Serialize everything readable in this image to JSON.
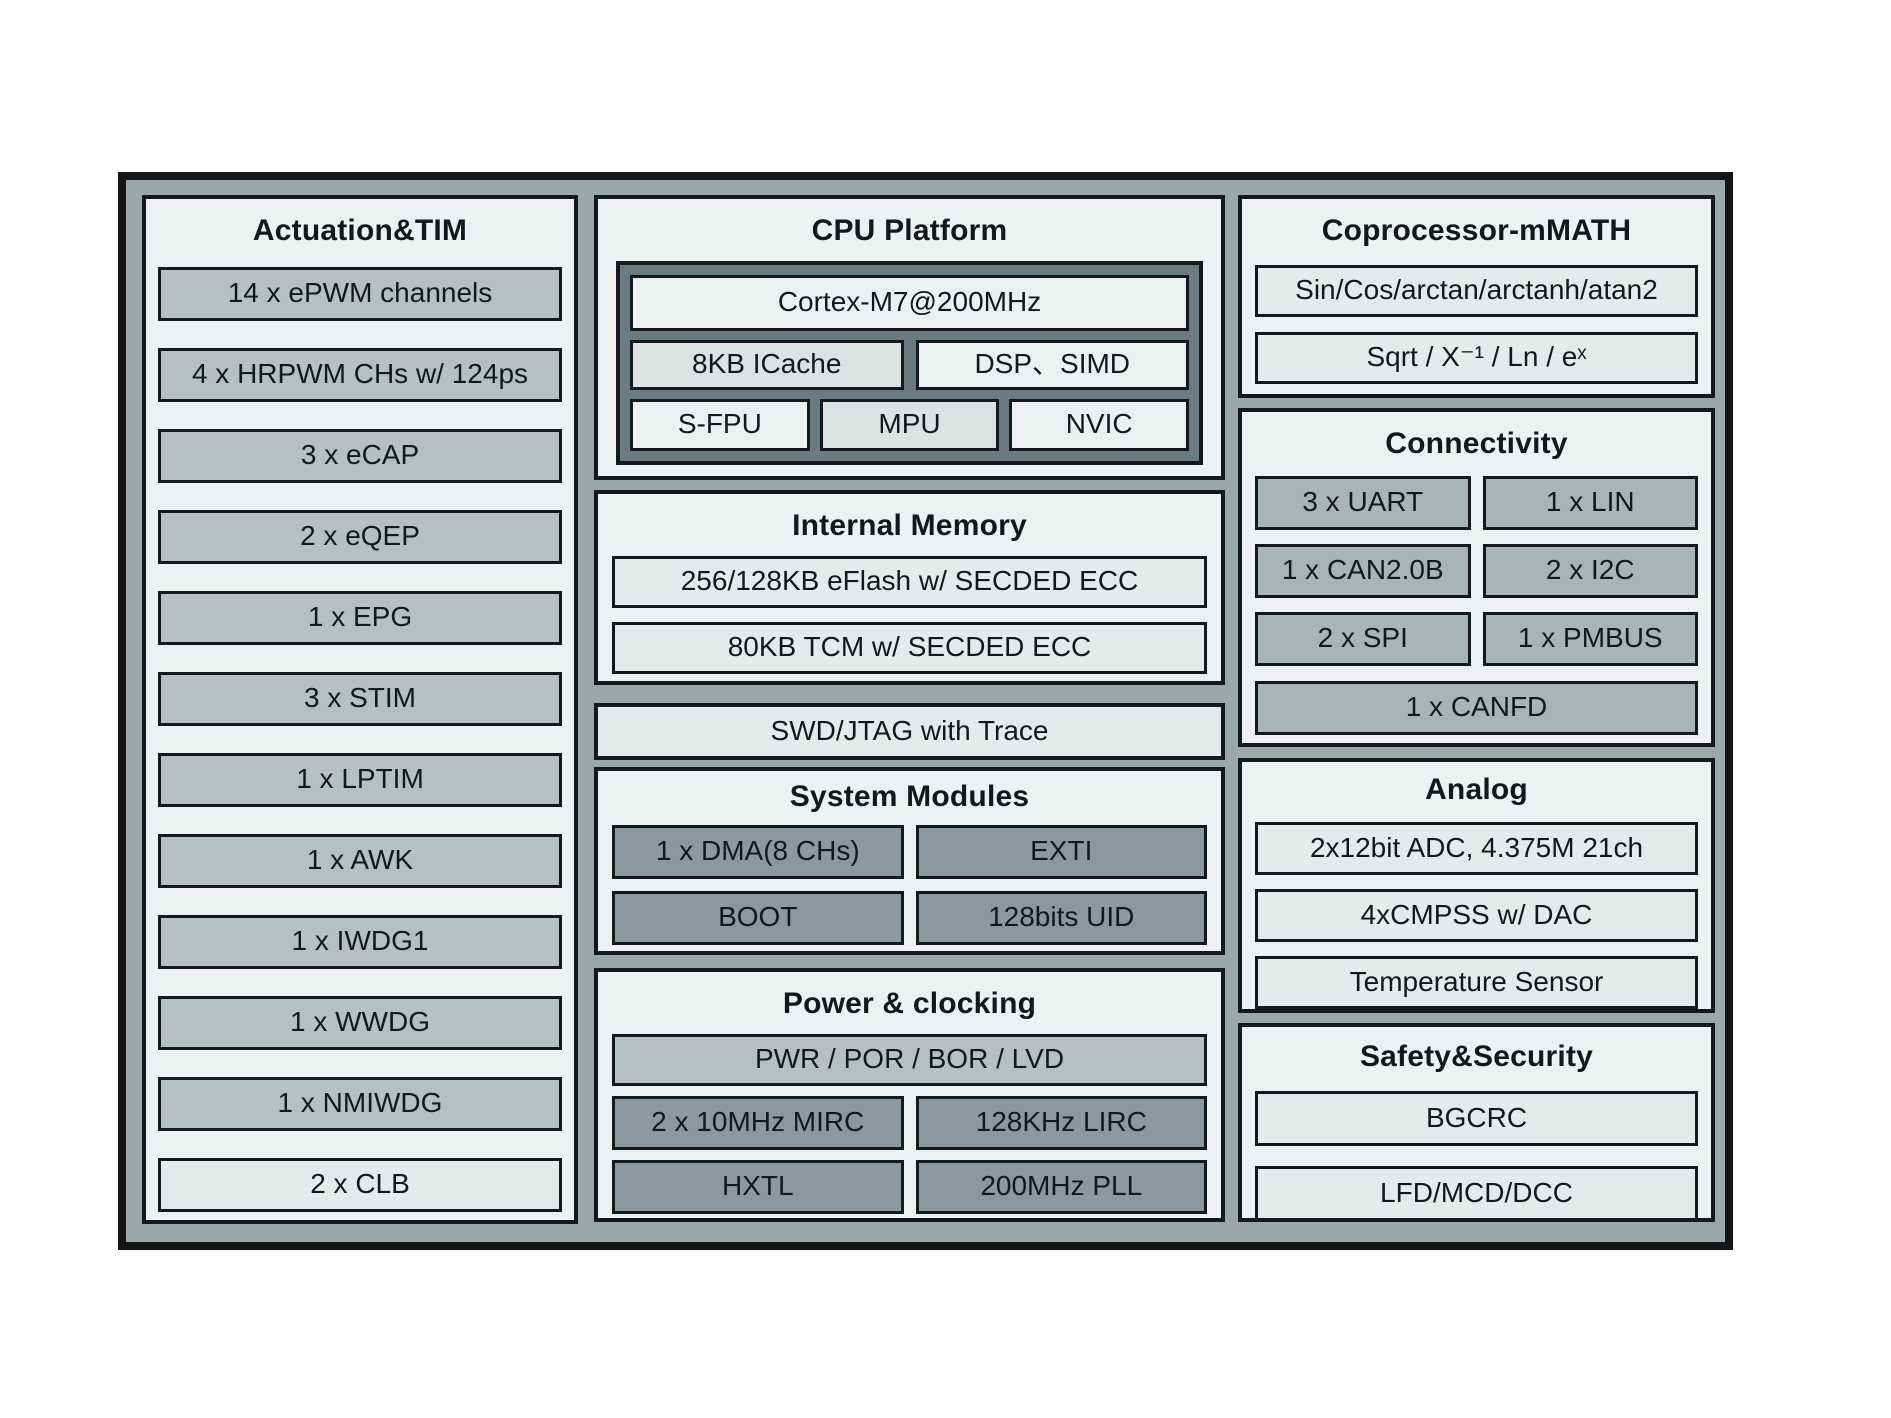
{
  "panels": {
    "actuation": {
      "title": "Actuation&TIM",
      "items": [
        "14 x ePWM channels",
        "4 x HRPWM CHs w/ 124ps",
        "3 x eCAP",
        "2 x eQEP",
        "1 x EPG",
        "3 x STIM",
        "1 x LPTIM",
        "1 x AWK",
        "1 x IWDG1",
        "1 x WWDG",
        "1 x NMIWDG",
        "2 x CLB"
      ]
    },
    "cpu": {
      "title": "CPU Platform",
      "core": "Cortex-M7@200MHz",
      "cache": "8KB ICache",
      "dsp": "DSP、SIMD",
      "fpu": "S-FPU",
      "mpu": "MPU",
      "nvic": "NVIC"
    },
    "memory": {
      "title": "Internal Memory",
      "items": [
        "256/128KB eFlash w/ SECDED ECC",
        "80KB TCM w/ SECDED ECC"
      ]
    },
    "debug": {
      "label": "SWD/JTAG with Trace"
    },
    "system": {
      "title": "System Modules",
      "cells": [
        "1 x DMA(8 CHs)",
        "EXTI",
        "BOOT",
        "128bits UID"
      ]
    },
    "power": {
      "title": "Power & clocking",
      "bus": "PWR / POR / BOR / LVD",
      "cells": [
        "2 x 10MHz MIRC",
        "128KHz LIRC",
        "HXTL",
        "200MHz PLL"
      ]
    },
    "coprocessor": {
      "title": "Coprocessor-mMATH",
      "items": [
        "Sin/Cos/arctan/arctanh/atan2",
        "Sqrt / X⁻¹ / Ln / eˣ"
      ]
    },
    "connectivity": {
      "title": "Connectivity",
      "cells": [
        "3 x UART",
        "1 x LIN",
        "1 x CAN2.0B",
        "2 x I2C",
        "2 x SPI",
        "1 x PMBUS"
      ],
      "wide": "1 x CANFD"
    },
    "analog": {
      "title": "Analog",
      "items": [
        "2x12bit ADC, 4.375M 21ch",
        "4xCMPSS w/ DAC",
        "Temperature Sensor"
      ]
    },
    "safety": {
      "title": "Safety&Security",
      "items": [
        "BGCRC",
        "LFD/MCD/DCC"
      ]
    }
  },
  "colors": {
    "frame_fill": "#9ca7aa",
    "panel_fill": "#eef1f1",
    "box_medium": "#b6c0c2",
    "box_light": "#e6eaea",
    "box_dark": "#8b999e",
    "box_connect": "#a9b4b7",
    "cpu_container": "#6b7c80",
    "border": "#141414",
    "text": "#15181a",
    "page_background": "#ffffff"
  }
}
